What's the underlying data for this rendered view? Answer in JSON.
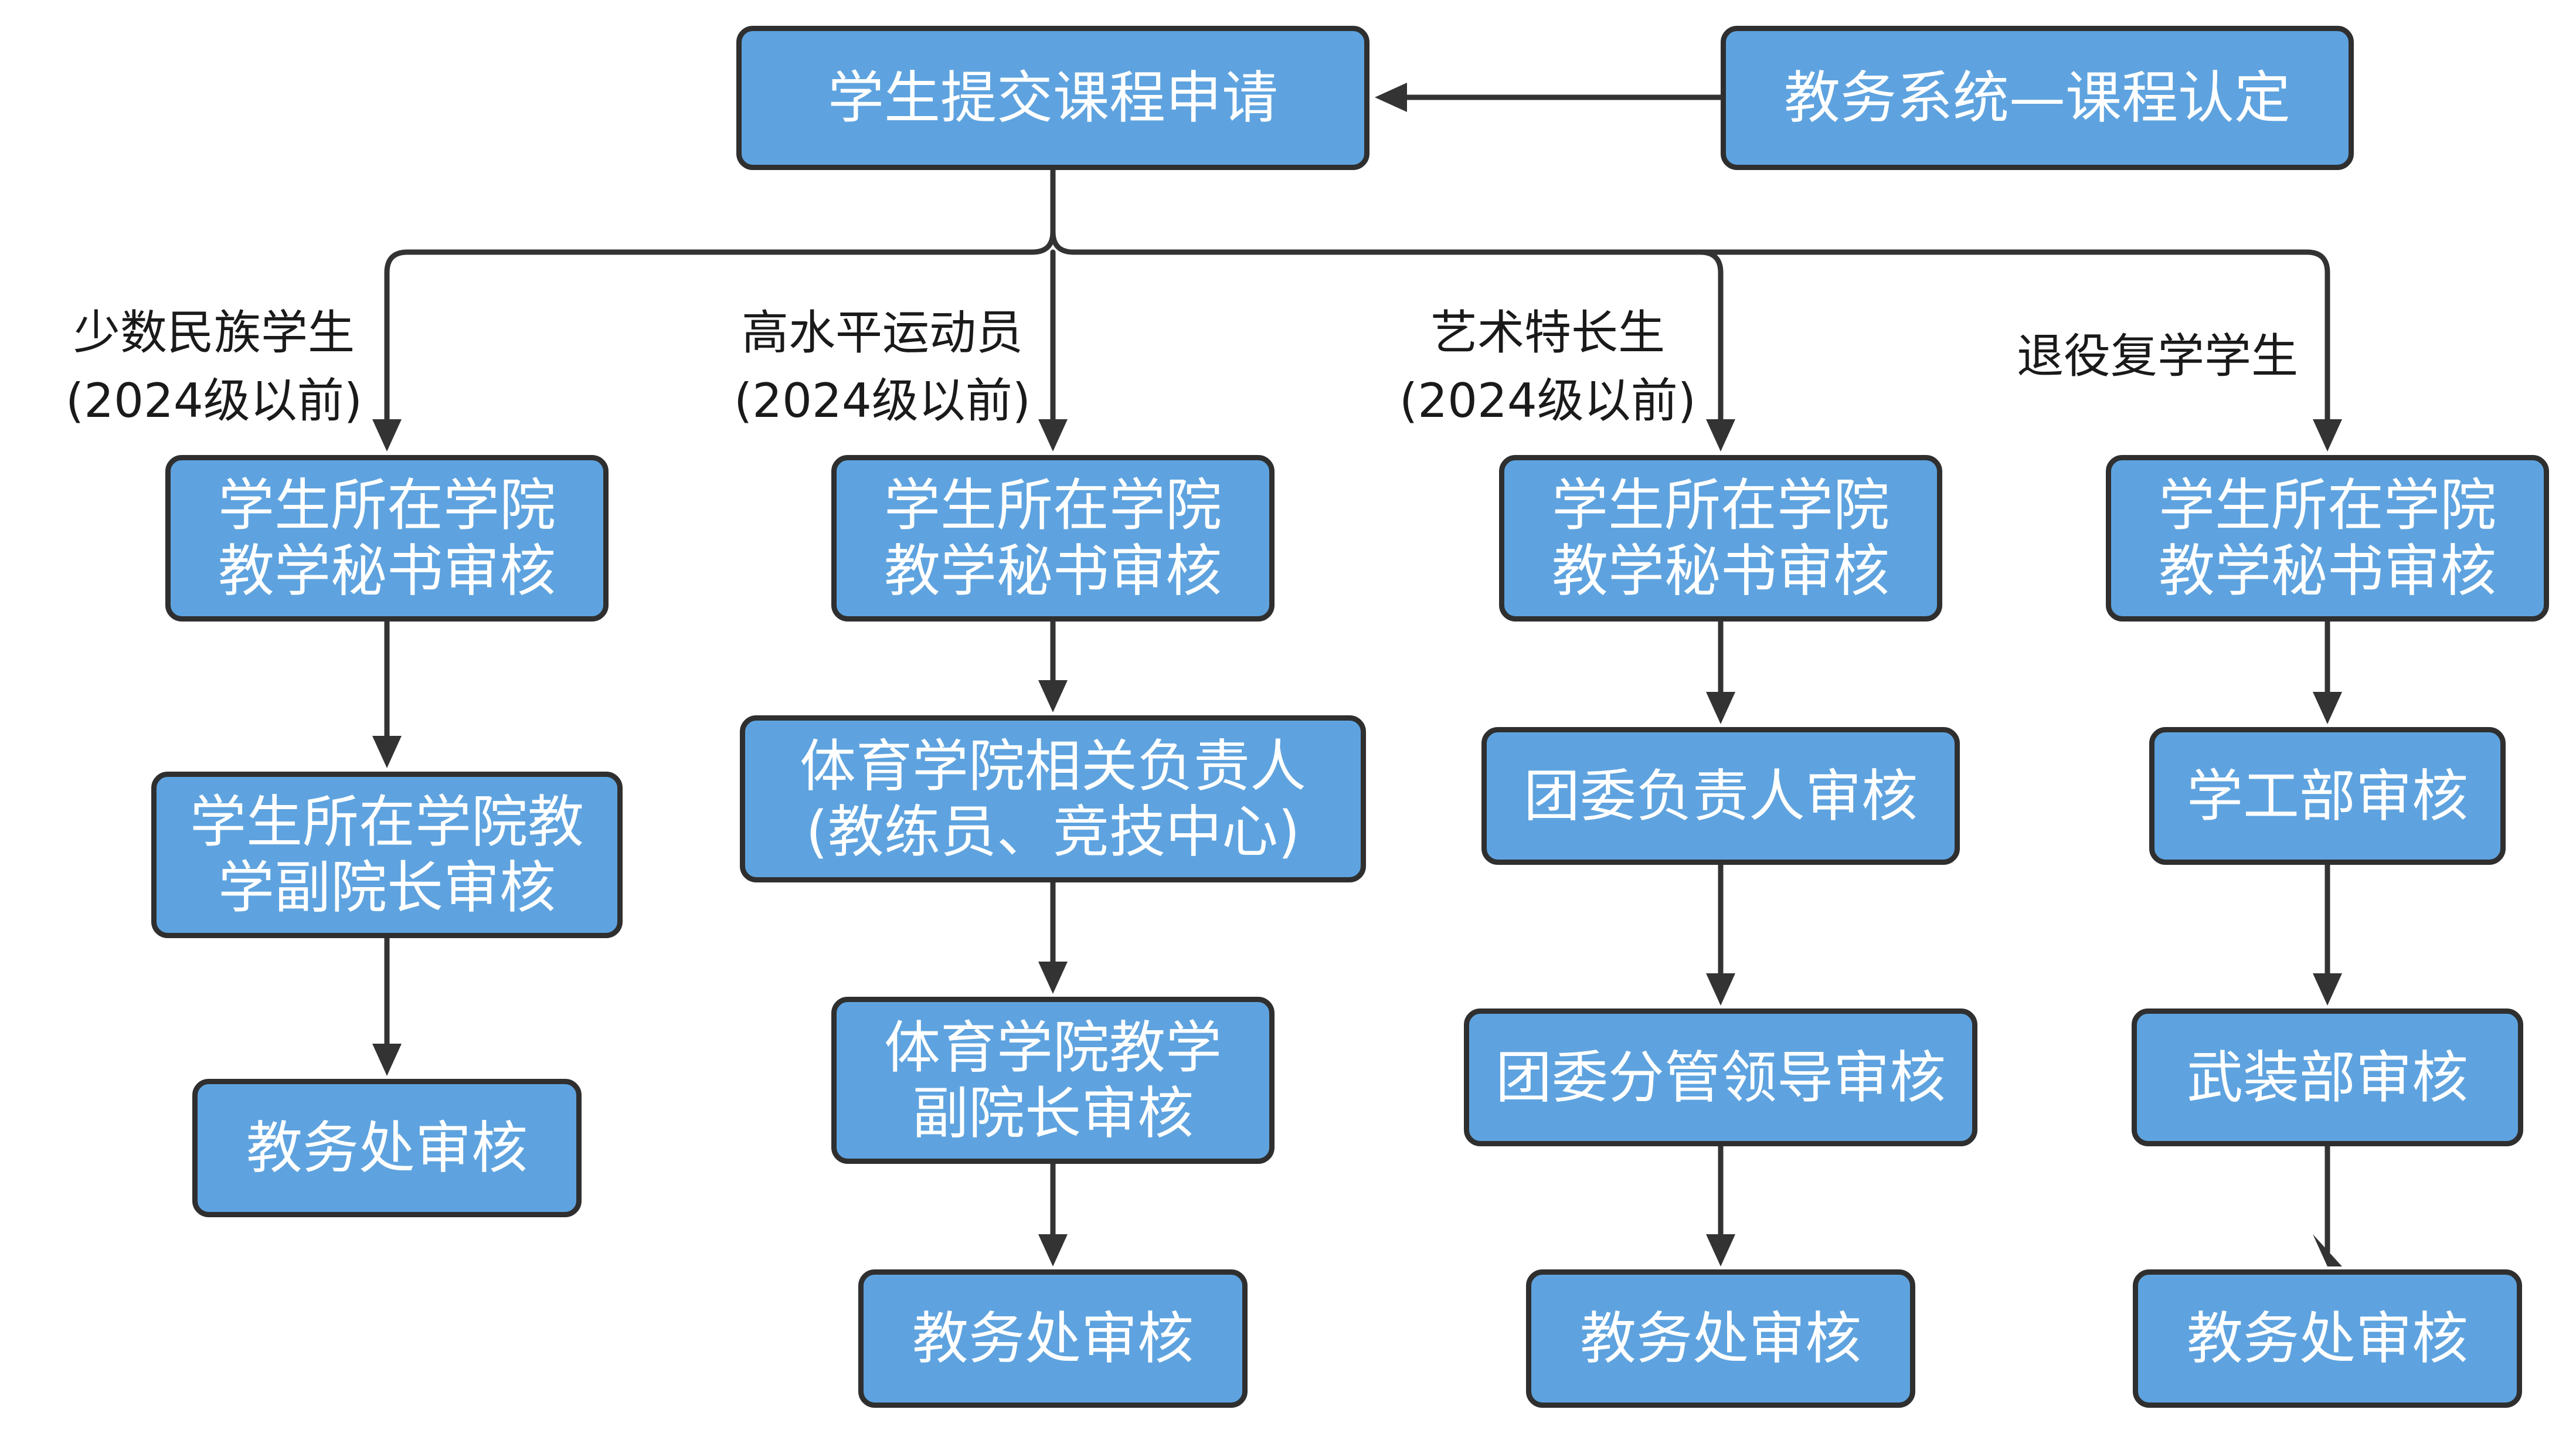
{
  "colors": {
    "node_fill": "#5ea3df",
    "node_border": "#2f2f2f",
    "connector": "#333333",
    "node_text": "#ffffff"
  },
  "top": {
    "submit": "学生提交课程申请",
    "system": "教务系统—课程认定"
  },
  "branches": [
    {
      "label_line1": "少数民族学生",
      "label_line2": "(2024级以前)",
      "step1_line1": "学生所在学院",
      "step1_line2": "教学秘书审核",
      "step2_line1": "学生所在学院教",
      "step2_line2": "学副院长审核",
      "final": "教务处审核"
    },
    {
      "label_line1": "高水平运动员",
      "label_line2": "(2024级以前)",
      "step1_line1": "学生所在学院",
      "step1_line2": "教学秘书审核",
      "step2_line1": "体育学院相关负责人",
      "step2_line2": "(教练员、竞技中心)",
      "step3_line1": "体育学院教学",
      "step3_line2": "副院长审核",
      "final": "教务处审核"
    },
    {
      "label_line1": "艺术特长生",
      "label_line2": "(2024级以前)",
      "step1_line1": "学生所在学院",
      "step1_line2": "教学秘书审核",
      "step2": "团委负责人审核",
      "step3": "团委分管领导审核",
      "final": "教务处审核"
    },
    {
      "label_line1": "退役复学学生",
      "step1_line1": "学生所在学院",
      "step1_line2": "教学秘书审核",
      "step2": "学工部审核",
      "step3": "武装部审核",
      "final": "教务处审核"
    }
  ]
}
